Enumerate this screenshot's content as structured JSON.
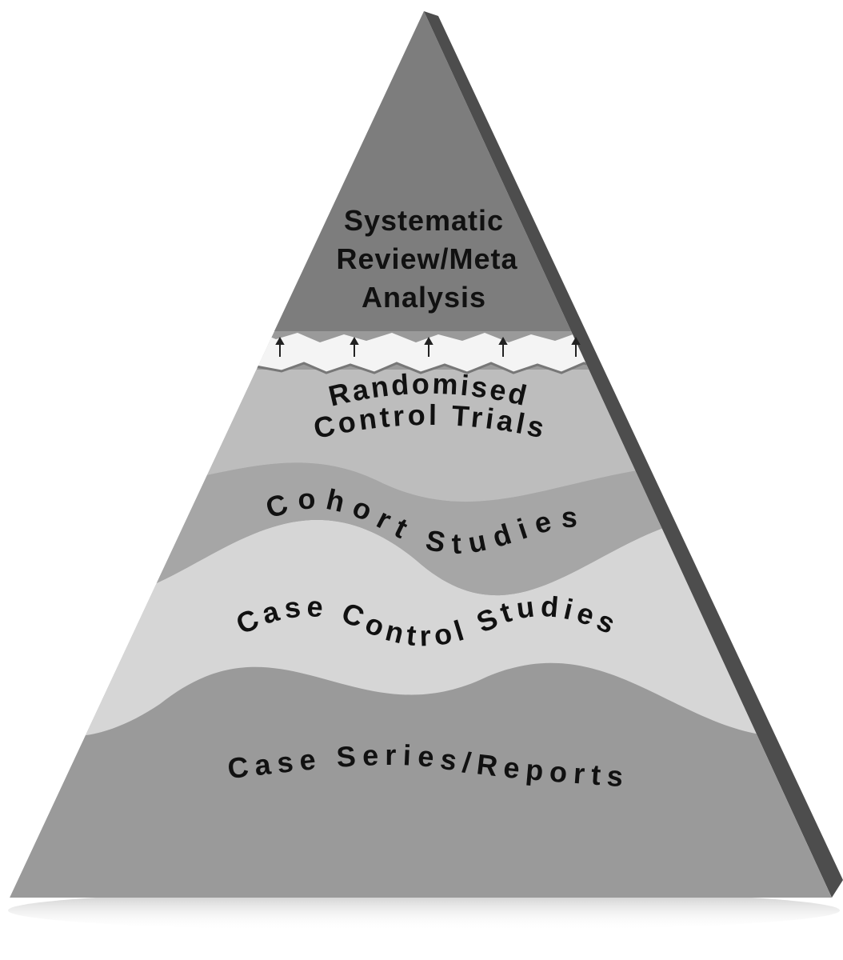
{
  "pyramid": {
    "tiers": [
      {
        "id": "systematic-review",
        "lines": [
          "Systematic",
          "Review/Meta",
          "Analysis"
        ]
      },
      {
        "id": "randomised-control-trials",
        "lines": [
          "Randomised",
          "Control Trials"
        ]
      },
      {
        "id": "cohort-studies",
        "lines": [
          "Cohort Studies"
        ]
      },
      {
        "id": "case-control-studies",
        "lines": [
          "Case Control Studies"
        ]
      },
      {
        "id": "case-series-reports",
        "lines": [
          "Case Series/Reports"
        ]
      }
    ]
  },
  "colors": {
    "tier_top": "#7d7d7d",
    "tier_rct": "#bdbdbd",
    "tier_cohort": "#a6a6a6",
    "tier_case_control": "#d6d6d6",
    "tier_case_series": "#9a9a9a",
    "side_face": "#4d4d4d",
    "text": "#111111"
  }
}
